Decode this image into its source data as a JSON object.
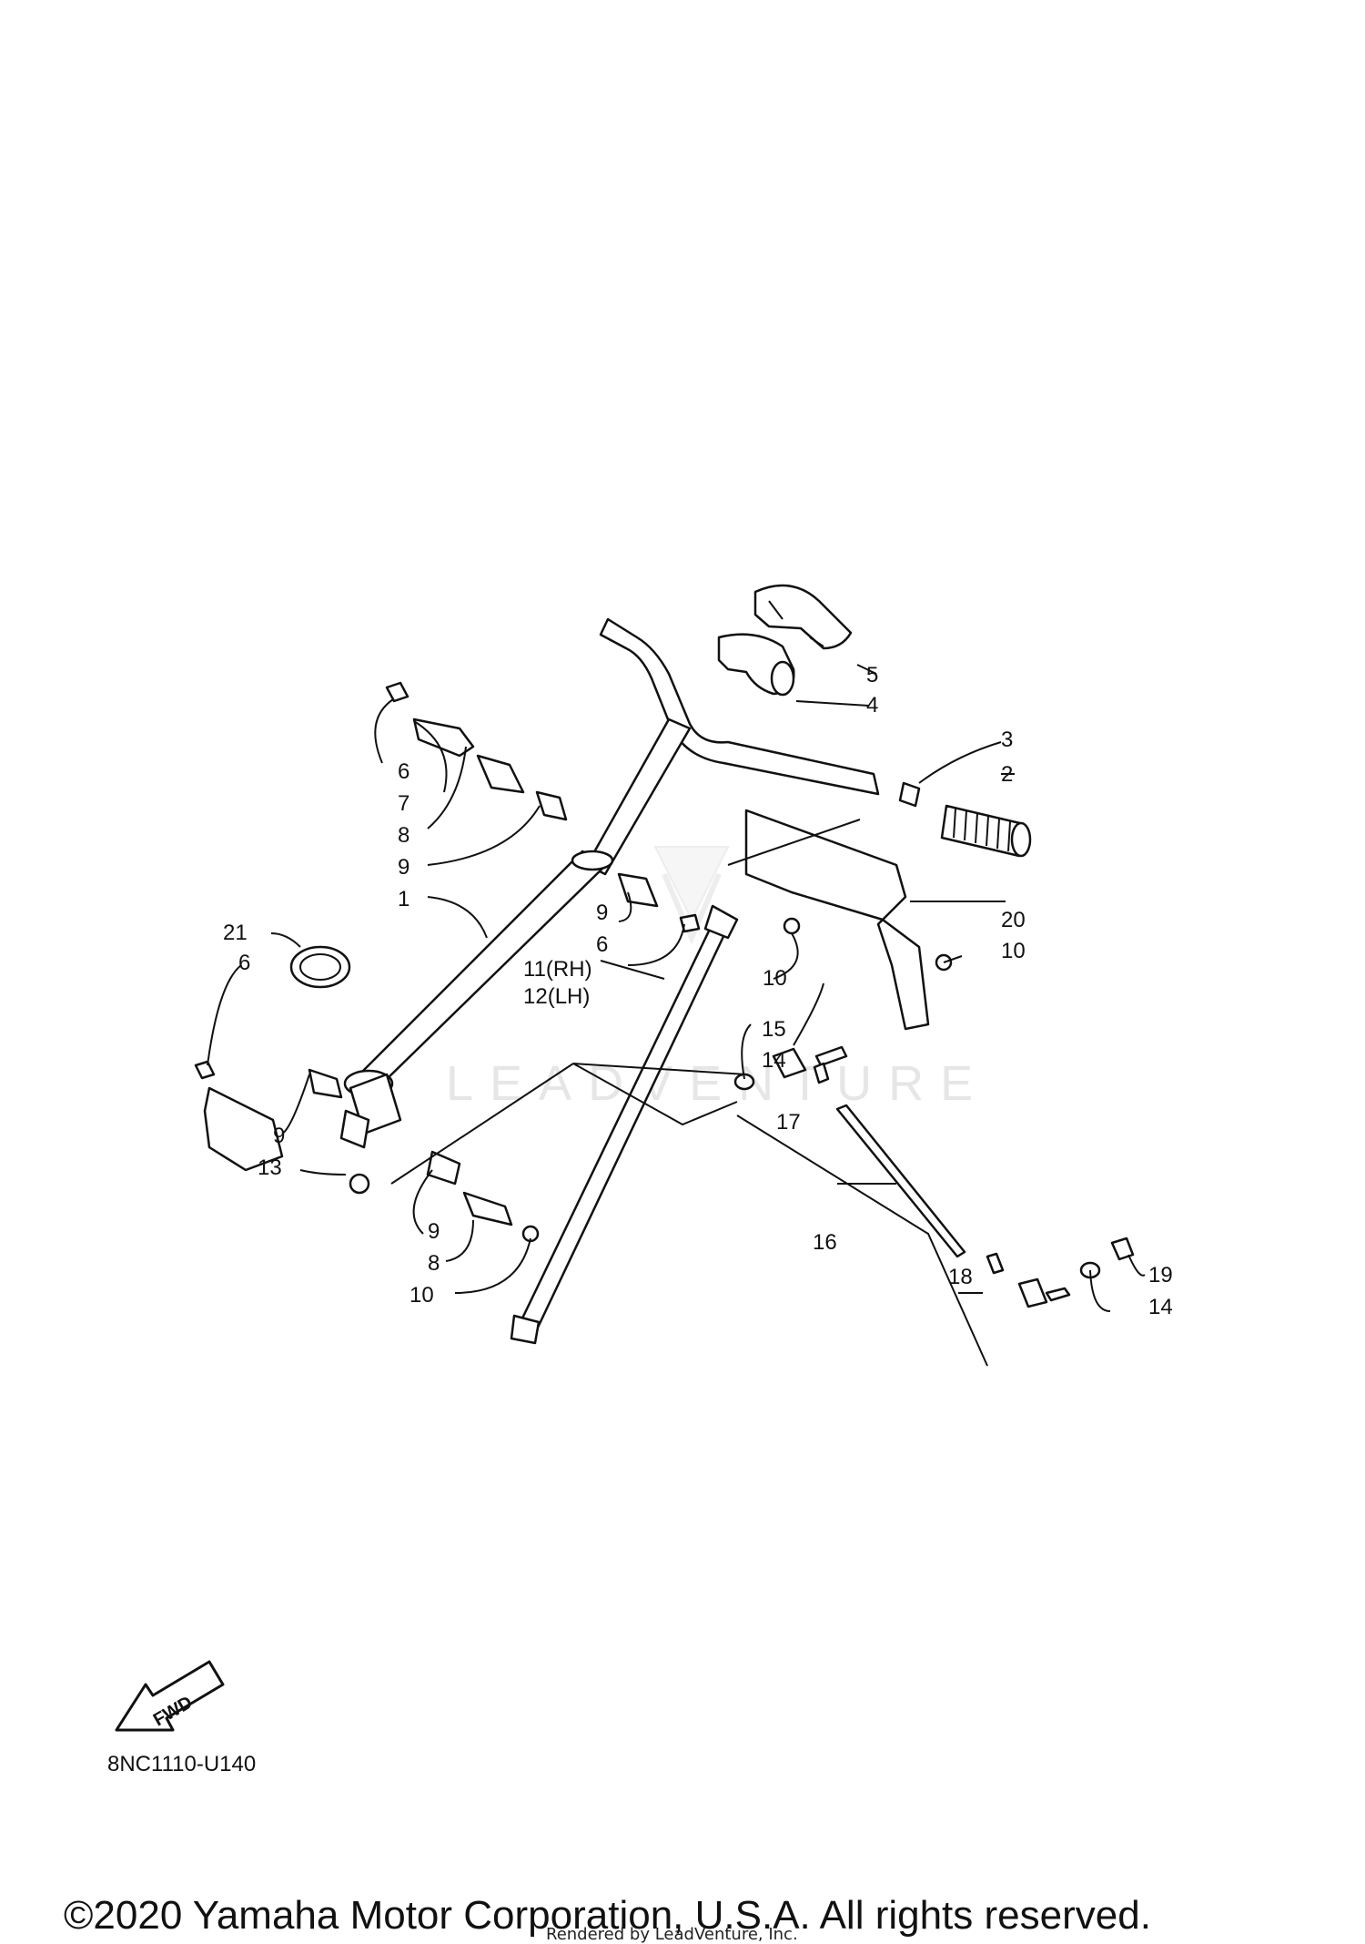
{
  "watermark": "LEADVENTURE",
  "fwd_label": "FWD",
  "diagram_code": "8NC1110-U140",
  "copyright": "©2020 Yamaha Motor Corporation, U.S.A. All rights reserved.",
  "rendered_by": "Rendered by LeadVenture, Inc.",
  "callouts": {
    "c1": "1",
    "c2": "2",
    "c3": "3",
    "c4": "4",
    "c5": "5",
    "c6a": "6",
    "c6b": "6",
    "c6c": "6",
    "c7": "7",
    "c8a": "8",
    "c8b": "8",
    "c9a": "9",
    "c9b": "9",
    "c9c": "9",
    "c9d": "9",
    "c10a": "10",
    "c10b": "10",
    "c10c": "10",
    "c11": "11(RH)",
    "c12": "12(LH)",
    "c13": "13",
    "c14a": "14",
    "c14b": "14",
    "c15": "15",
    "c16": "16",
    "c17": "17",
    "c18": "18",
    "c19": "19",
    "c20": "20",
    "c21": "21"
  }
}
